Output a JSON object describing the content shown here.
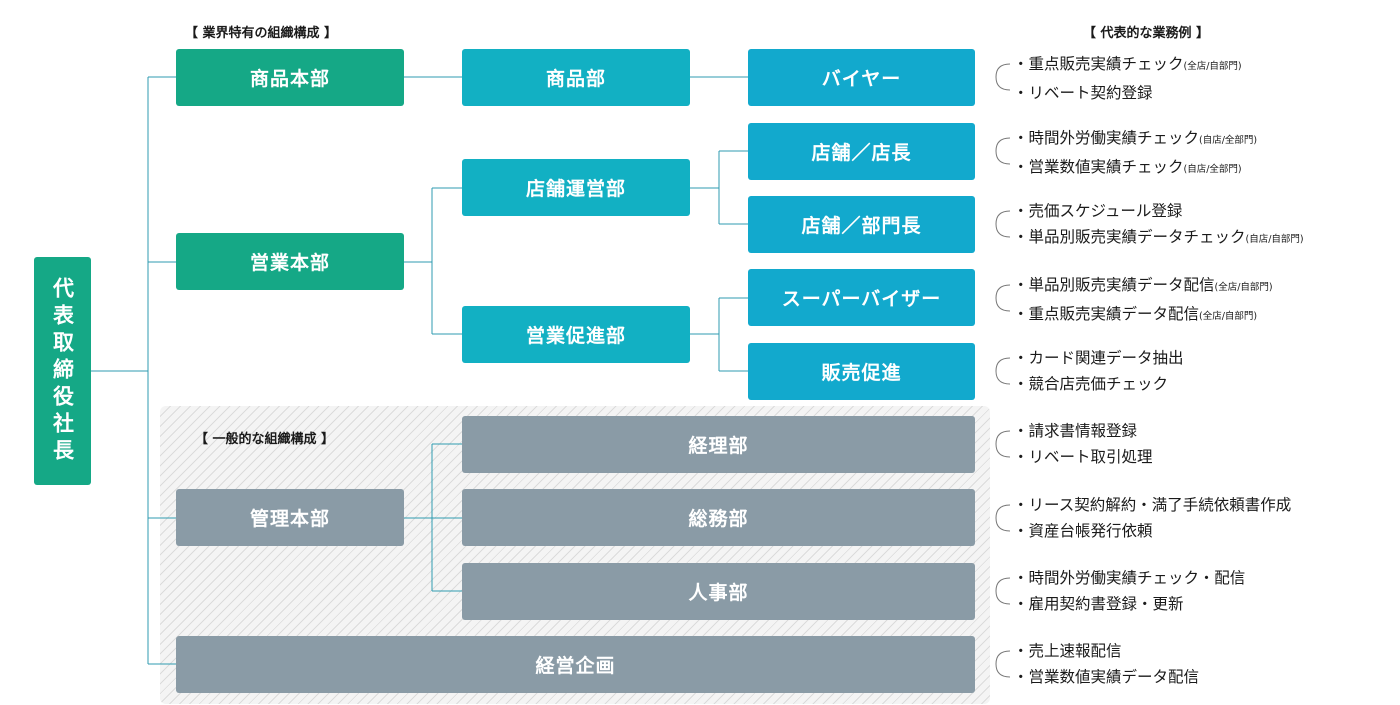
{
  "labels": {
    "industry_structure": "【 業界特有の組織構成 】",
    "general_structure": "【 一般的な組織構成 】",
    "examples_header": "【 代表的な業務例 】"
  },
  "ceo": "代表取締役社長",
  "divisions": {
    "merchandise_hq": "商品本部",
    "sales_hq": "営業本部",
    "admin_hq": "管理本部",
    "planning": "経営企画"
  },
  "departments": {
    "merchandise": "商品部",
    "store_ops": "店舗運営部",
    "sales_promo": "営業促進部",
    "accounting": "経理部",
    "general_affairs": "総務部",
    "hr": "人事部"
  },
  "roles": {
    "buyer": "バイヤー",
    "store_manager": "店舗／店長",
    "section_manager": "店舗／部門長",
    "supervisor": "スーパーバイザー",
    "promotion": "販売促進"
  },
  "examples": {
    "buyer": [
      {
        "t": "・重点販売実績チェック",
        "n": "(全店/自部門)"
      },
      {
        "t": "・リベート契約登録",
        "n": ""
      }
    ],
    "store_manager": [
      {
        "t": "・時間外労働実績チェック",
        "n": "(自店/全部門)"
      },
      {
        "t": "・営業数値実績チェック",
        "n": "(自店/全部門)"
      }
    ],
    "section_manager": [
      {
        "t": "・売価スケジュール登録",
        "n": ""
      },
      {
        "t": "・単品別販売実績データチェック",
        "n": "(自店/自部門)"
      }
    ],
    "supervisor": [
      {
        "t": "・単品別販売実績データ配信",
        "n": "(全店/自部門)"
      },
      {
        "t": "・重点販売実績データ配信",
        "n": "(全店/自部門)"
      }
    ],
    "promotion": [
      {
        "t": "・カード関連データ抽出",
        "n": ""
      },
      {
        "t": "・競合店売価チェック",
        "n": ""
      }
    ],
    "accounting": [
      {
        "t": "・請求書情報登録",
        "n": ""
      },
      {
        "t": "・リベート取引処理",
        "n": ""
      }
    ],
    "general_affairs": [
      {
        "t": "・リース契約解約・満了手続依頼書作成",
        "n": ""
      },
      {
        "t": "・資産台帳発行依頼",
        "n": ""
      }
    ],
    "hr": [
      {
        "t": "・時間外労働実績チェック・配信",
        "n": ""
      },
      {
        "t": "・雇用契約書登録・更新",
        "n": ""
      }
    ],
    "planning": [
      {
        "t": "・売上速報配信",
        "n": ""
      },
      {
        "t": "・営業数値実績データ配信",
        "n": ""
      }
    ]
  }
}
